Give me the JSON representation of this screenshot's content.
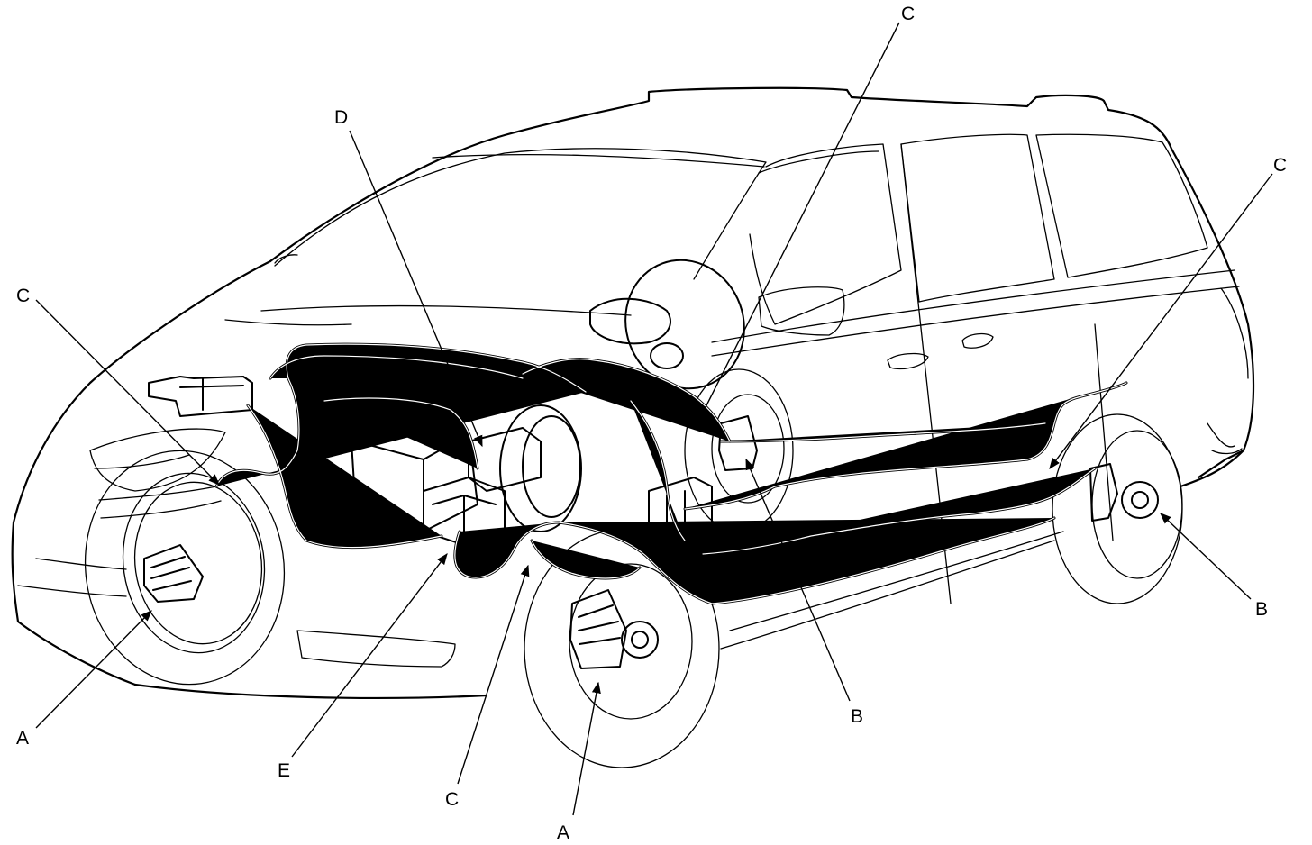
{
  "callouts": [
    {
      "id": "A",
      "label": "A"
    },
    {
      "id": "B",
      "label": "B"
    },
    {
      "id": "C",
      "label": "C"
    },
    {
      "id": "D",
      "label": "D"
    },
    {
      "id": "E",
      "label": "E"
    }
  ],
  "colors": {
    "line": "#000000",
    "background": "#ffffff"
  }
}
